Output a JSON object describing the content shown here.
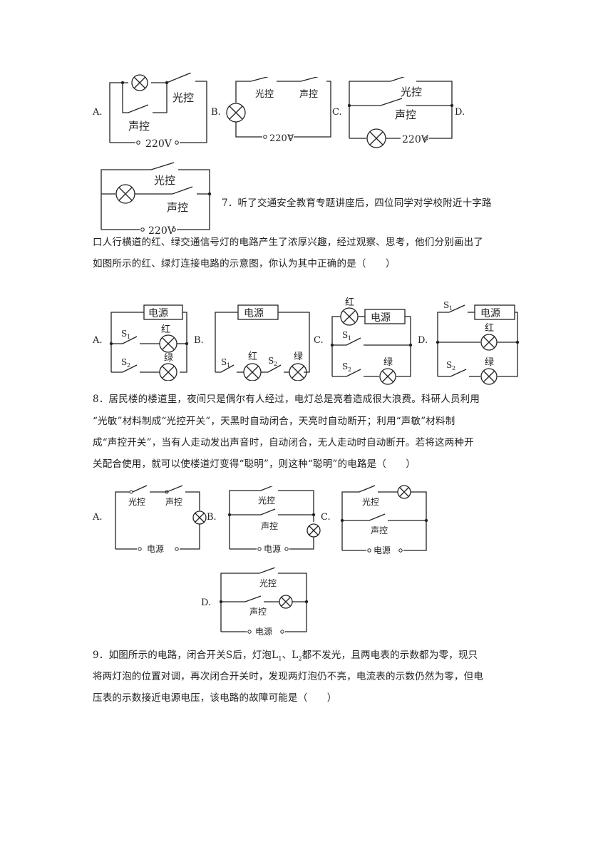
{
  "options": {
    "a": "A.",
    "b": "B.",
    "c": "C.",
    "d": "D."
  },
  "circuit_labels": {
    "light_ctrl": "光控",
    "sound_ctrl": "声控",
    "voltage": "220V",
    "power": "电源",
    "red": "红",
    "green": "绿",
    "s1": "S",
    "s2": "S",
    "sub1": "1",
    "sub2": "2"
  },
  "q7": {
    "line1": "7．听了交通安全教育专题讲座后，四位同学对学校附近十字路",
    "line2": "口人行横道的红、绿交通信号灯的电路产生了浓厚兴趣，经过观察、思考，他们分别画出了",
    "line3": "如图所示的红、绿灯连接电路的示意图，你认为其中正确的是（　　）"
  },
  "q8": {
    "line1": "8．居民楼的楼道里，夜间只是偶尔有人经过，电灯总是亮着造成很大浪费。科研人员利用",
    "line2": "“光敏”材料制成“光控开关”，天黑时自动闭合，天亮时自动断开；利用“声敏”材料制",
    "line3": "成“声控开关”，当有人走动发出声音时，自动闭合，无人走动时自动断开。若将这两种开",
    "line4": "关配合使用，就可以使楼道灯变得“聪明”，则这种“聪明”的电路是（　　）"
  },
  "q9": {
    "line1_a": "9．如图所示的电路，闭合开关S后，灯泡L",
    "sub1": "1",
    "sep": "、L",
    "sub2": "2",
    "line1_b": "都不发光，且两电表的示数都为零，现只",
    "line2": "将两灯泡的位置对调，再次闭合开关时，发现两灯泡仍不亮，电流表的示数仍然为零，但电",
    "line3": "压表的示数接近电源电压，该电路的故障可能是（　　）"
  }
}
